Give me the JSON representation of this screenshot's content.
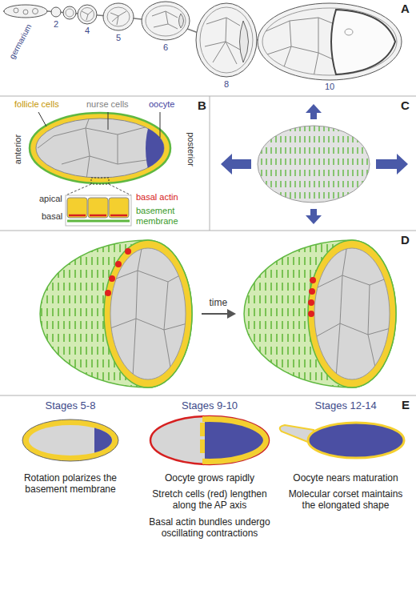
{
  "diagram": {
    "labels": [
      "A",
      "germarium",
      "2",
      "4",
      "5",
      "6",
      "8",
      "10",
      "B",
      "follicle cells",
      "nurse cells",
      "oocyte",
      "anterior",
      "posterior",
      "apical",
      "basal",
      "basal actin",
      "basement membrane",
      "C",
      "D",
      "time",
      "E",
      "Stages 5-8",
      "Stages 9-10",
      "Stages 12-14",
      "Rotation polarizes the basement membrane",
      "Oocyte grows rapidly",
      "Stretch cells (red) lengthen along the AP axis",
      "Basal actin bundles undergo oscillating contractions",
      "Oocyte nears maturation",
      "Molecular corset maintains the elongated shape"
    ]
  }
}
